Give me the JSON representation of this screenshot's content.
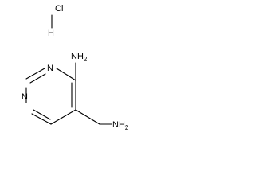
{
  "molecule": {
    "salt": {
      "chlorine": "Cl",
      "hydrogen": "H"
    },
    "ring_atoms": {
      "n1": "N",
      "n3": "N"
    },
    "substituents": {
      "amino": "NH",
      "amino_subscript": "2",
      "aminomethyl": "NH",
      "aminomethyl_subscript": "2"
    }
  }
}
